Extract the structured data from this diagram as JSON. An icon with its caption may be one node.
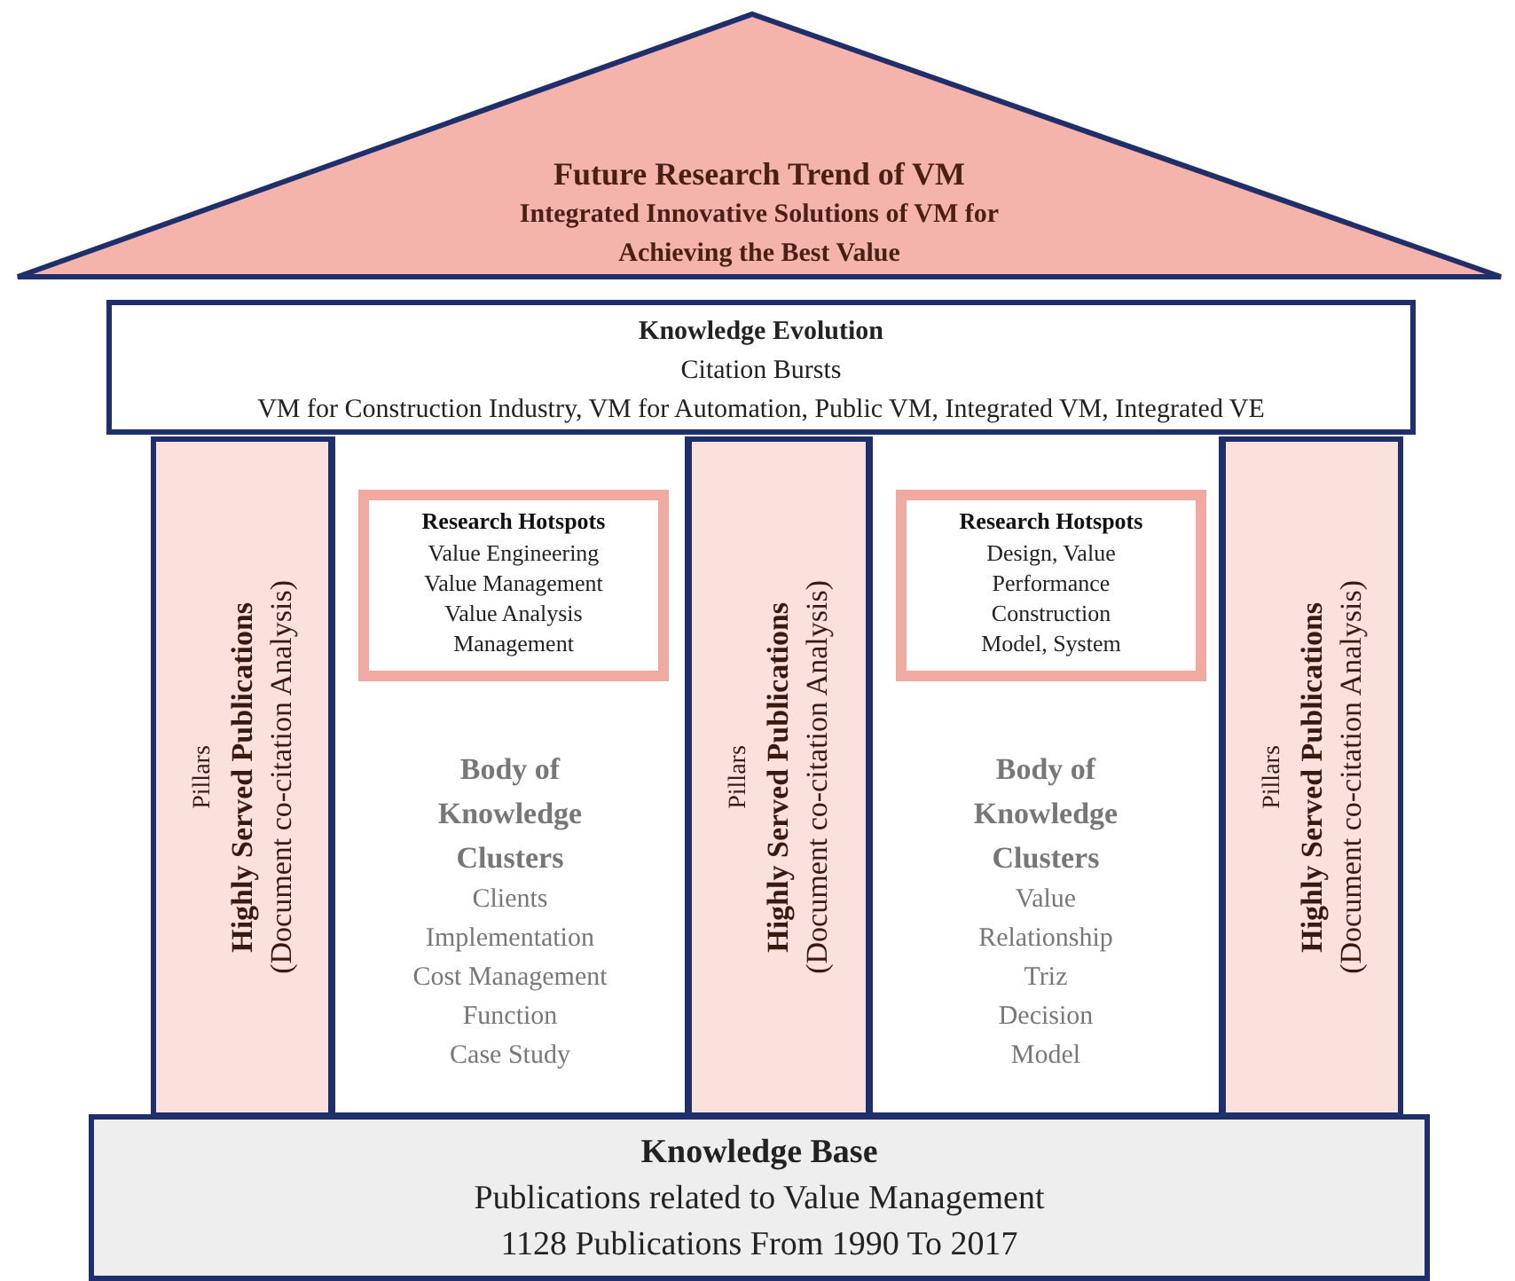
{
  "diagram": {
    "nodes": [
      {
        "text": [
          "Future Research Trend of VM",
          "Integrated Innovative Solutions of VM for Achieving the Best Value"
        ]
      },
      {
        "text": [
          "Knowledge Evolution",
          "Citation Bursts",
          "VM for Construction Industry, VM for Automation, Public VM, Integrated VM, Integrated VE"
        ]
      },
      {
        "text": [
          "Pillars",
          "Highly Served Publications",
          "(Document co-citation Analysis)"
        ]
      },
      {
        "text": [
          "Body of Knowledge Clusters",
          "Clients",
          "Implementation",
          "Cost Management",
          "Function",
          "Case Study"
        ]
      },
      {
        "text": [
          "Research Hotspots",
          "Value Engineering",
          "Value Management",
          "Value Analysis",
          "Management"
        ],
        "in": 3
      },
      {
        "text": [
          "Pillars",
          "Highly Served Publications",
          "(Document co-citation Analysis)"
        ]
      },
      {
        "text": [
          "Body of Knowledge Clusters",
          "Value",
          "Relationship",
          "Triz",
          "Decision",
          "Model"
        ]
      },
      {
        "text": [
          "Research Hotspots",
          "Design, Value",
          "Performance",
          "Construction",
          "Model, System"
        ],
        "in": 6
      },
      {
        "text": [
          "Pillars",
          "Highly Served Publications",
          "(Document co-citation Analysis)"
        ]
      },
      {
        "text": [
          "Knowledge Base",
          "Publications related to Value Management",
          "1128 Publications From 1990 To 2017"
        ]
      }
    ]
  }
}
